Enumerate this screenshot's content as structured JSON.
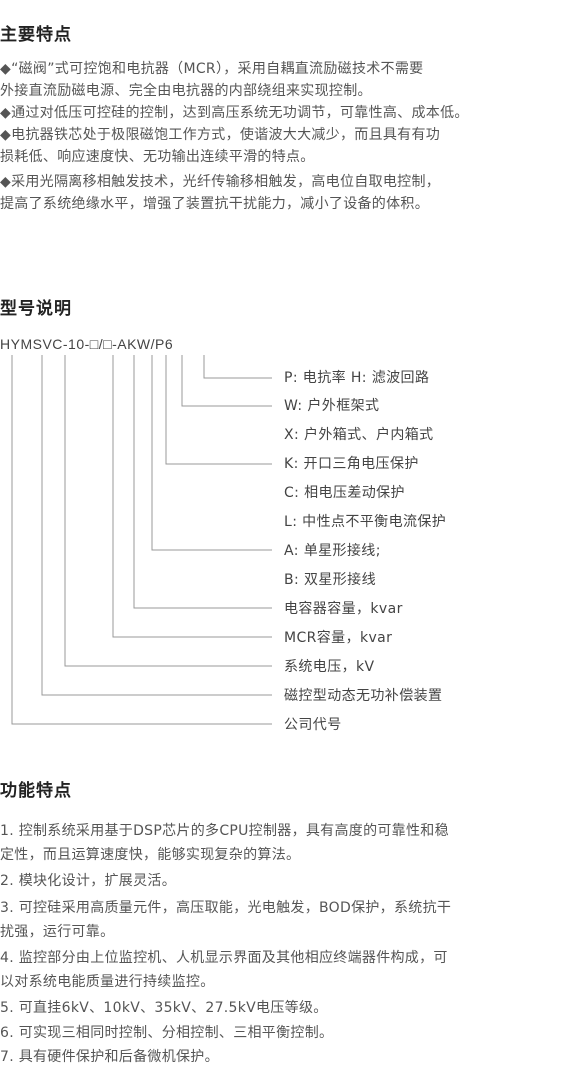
{
  "sections": {
    "main_features": {
      "title": "主要特点",
      "lines": [
        "◆“磁阀”式可控饱和电抗器（MCR），采用自耦直流励磁技术不需要",
        "   外接直流励磁电源、完全由电抗器的内部绕组来实现控制。",
        "◆通过对低压可控硅的控制，达到高压系统无功调节，可靠性高、成本低。",
        "◆电抗器铁芯处于极限磁饱工作方式，使谐波大大减少，而且具有有功",
        "   损耗低、响应速度快、无功输出连续平滑的特点。",
        "◆采用光隔离移相触发技术，光纤传输移相触发，高电位自取电控制，",
        "   提高了系统绝缘水平，增强了装置抗干扰能力，减小了设备的体积。"
      ]
    },
    "model": {
      "title": "型号说明",
      "code": "HYMSVC-10-□/□-AKW/P6",
      "legend": [
        "P:  电抗率   H:  滤波回路",
        "W:  户外框架式",
        "X:  户外箱式、户内箱式",
        "K:  开口三角电压保护",
        "C:  相电压差动保护",
        "L:  中性点不平衡电流保护",
        "A:  单星形接线;",
        "B:  双星形接线",
        "电容器容量，kvar",
        "MCR容量，kvar",
        "系统电压，kV",
        "磁控型动态无功补偿装置",
        "公司代号"
      ]
    },
    "functions": {
      "title": "功能特点",
      "lines": [
        "1. 控制系统采用基于DSP芯片的多CPU控制器，具有高度的可靠性和稳",
        "    定性，而且运算速度快，能够实现复杂的算法。",
        "2. 模块化设计，扩展灵活。",
        "3. 可控硅采用高质量元件，高压取能，光电触发，BOD保护，系统抗干",
        "    扰强，运行可靠。",
        "4. 监控部分由上位监控机、人机显示界面及其他相应终端器件构成，可",
        "    以对系统电能质量进行持续监控。",
        "5. 可直挂6kV、10kV、35kV、27.5kV电压等级。",
        "6. 可实现三相同时控制、分相控制、三相平衡控制。",
        "7. 具有硬件保护和后备微机保护。"
      ]
    }
  },
  "colors": {
    "text": "#555555",
    "heading": "#222222",
    "leader_line": "#999999"
  }
}
